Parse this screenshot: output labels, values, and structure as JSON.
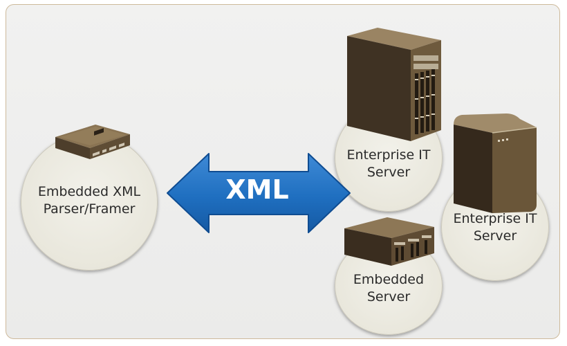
{
  "nodes": {
    "parser": {
      "line1": "Embedded XML",
      "line2": "Parser/Framer"
    },
    "server1": {
      "line1": "Enterprise IT",
      "line2": "Server"
    },
    "server2": {
      "line1": "Enterprise IT",
      "line2": "Server"
    },
    "embedded": {
      "line1": "Embedded",
      "line2": "Server"
    }
  },
  "arrow": {
    "label": "XML"
  },
  "colors": {
    "arrow_fill": "#1f6fc0",
    "arrow_dark": "#0f4c91",
    "node_fill": "#ecebe2",
    "server_brown": "#6e5a3d",
    "panel_border": "#cdb99a"
  },
  "icons": [
    "embedded-box-icon",
    "tower-server-icon",
    "cube-server-icon",
    "rack-unit-icon"
  ]
}
